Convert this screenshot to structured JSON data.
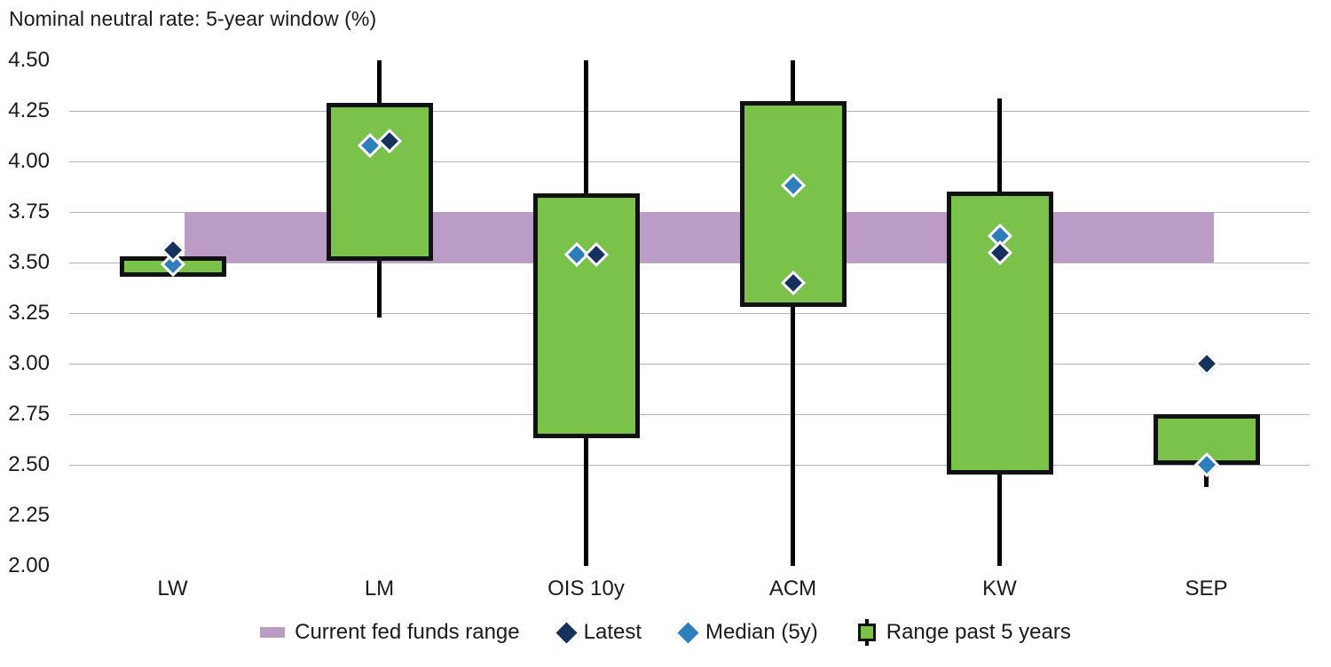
{
  "chart_data": {
    "type": "box",
    "title": "Nominal neutral rate: 5-year window (%)",
    "xlabel": "",
    "ylabel": "",
    "ylim": [
      2.0,
      4.5
    ],
    "ytick_step": 0.25,
    "ytick_labels": [
      "4.50",
      "4.25",
      "4.00",
      "3.75",
      "3.50",
      "3.25",
      "3.00",
      "2.75",
      "2.50",
      "2.25",
      "2.00"
    ],
    "ytick_values": [
      4.5,
      4.25,
      4.0,
      3.75,
      3.5,
      3.25,
      3.0,
      2.75,
      2.5,
      2.25,
      2.0
    ],
    "gridlines_at": [
      4.25,
      4.0,
      3.75,
      3.5,
      3.25,
      3.0,
      2.75,
      2.5
    ],
    "grid": true,
    "legend_position": "bottom",
    "categories": [
      "LW",
      "LM",
      "OIS 10y",
      "ACM",
      "KW",
      "SEP"
    ],
    "fed_funds_range": {
      "low": 3.5,
      "high": 3.75,
      "label": "Current fed funds range",
      "color": "#ba9cc6"
    },
    "series": [
      {
        "name": "Range past 5 years",
        "type": "box",
        "color": "#7ac24a",
        "edge_color": "#111111",
        "boxes": [
          {
            "category": "LW",
            "box_low": 3.43,
            "box_high": 3.53,
            "whisker_low": 3.43,
            "whisker_high": 3.53
          },
          {
            "category": "LM",
            "box_low": 3.51,
            "box_high": 4.29,
            "whisker_low": 3.23,
            "whisker_high": 4.5
          },
          {
            "category": "OIS 10y",
            "box_low": 2.63,
            "box_high": 3.84,
            "whisker_low": 2.0,
            "whisker_high": 4.5
          },
          {
            "category": "ACM",
            "box_low": 3.28,
            "box_high": 4.3,
            "whisker_low": 2.0,
            "whisker_high": 4.5
          },
          {
            "category": "KW",
            "box_low": 2.45,
            "box_high": 3.85,
            "whisker_low": 2.0,
            "whisker_high": 4.31
          },
          {
            "category": "SEP",
            "box_low": 2.5,
            "box_high": 2.75,
            "whisker_low": 2.39,
            "whisker_high": 2.75
          }
        ]
      },
      {
        "name": "Latest",
        "type": "marker",
        "color": "#16325c",
        "values": [
          3.56,
          4.1,
          3.54,
          3.4,
          3.55,
          3.0
        ]
      },
      {
        "name": "Median (5y)",
        "type": "marker",
        "color": "#2e7ebb",
        "values": [
          3.49,
          4.08,
          3.54,
          3.88,
          3.63,
          2.5
        ]
      }
    ]
  },
  "legend": {
    "items": [
      {
        "label": "Current fed funds range",
        "icon": "band-swatch"
      },
      {
        "label": "Latest",
        "icon": "diamond-navy-icon"
      },
      {
        "label": "Median (5y)",
        "icon": "diamond-blue-icon"
      },
      {
        "label": "Range past 5 years",
        "icon": "box-swatch-icon"
      }
    ]
  }
}
